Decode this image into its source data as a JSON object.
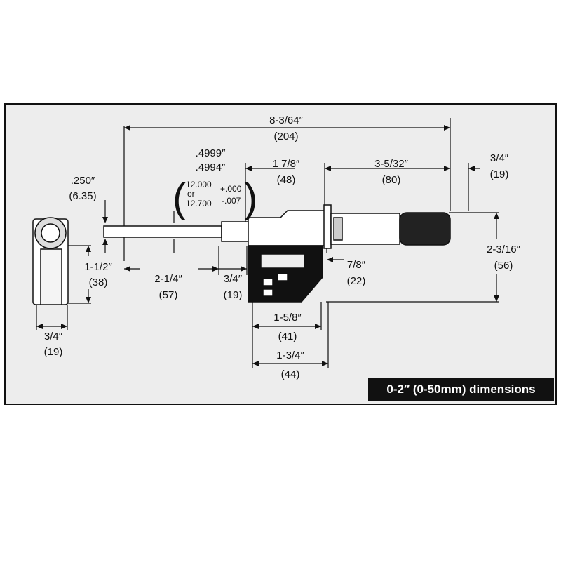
{
  "diagram": {
    "caption": "0-2″ (0-50mm) dimensions",
    "dims": {
      "overall_in": "8-3/64″",
      "overall_mm": "(204)",
      "spindle_tol_top": ".4999″",
      "spindle_tol_bot": ".4994″",
      "metric_a": "12.000",
      "metric_or": "or",
      "metric_b": "12.700",
      "metric_plus": "+.000",
      "metric_minus": "-.007",
      "anvil_in": ".250″",
      "anvil_mm": "(6.35)",
      "d178_in": "1 7/8″",
      "d178_mm": "(48)",
      "d3532_in": "3-5/32″",
      "d3532_mm": "(80)",
      "thimble_in": "3/4″",
      "thimble_mm": "(19)",
      "height_in": "2-3/16″",
      "height_mm": "(56)",
      "frame_h_in": "1-1/2″",
      "frame_h_mm": "(38)",
      "d214_in": "2-1/4″",
      "d214_mm": "(57)",
      "d34b_in": "3/4″",
      "d34b_mm": "(19)",
      "d78_in": "7/8″",
      "d78_mm": "(22)",
      "d158_in": "1-5/8″",
      "d158_mm": "(41)",
      "d134_in": "1-3/4″",
      "d134_mm": "(44)",
      "frame_w_in": "3/4″",
      "frame_w_mm": "(19)"
    }
  }
}
